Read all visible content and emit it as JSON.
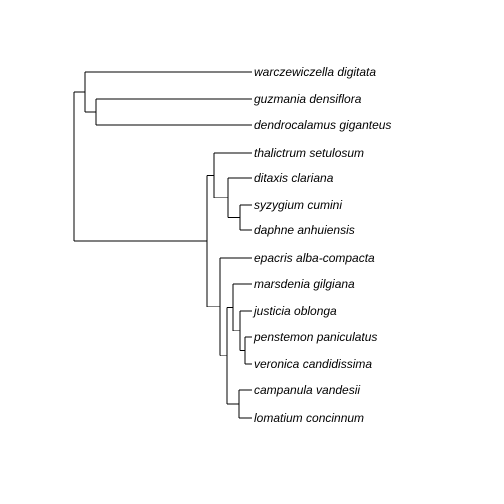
{
  "tree": {
    "line_color": "#000000",
    "tips": [
      {
        "id": "t1",
        "label": "warczewiczella digitata"
      },
      {
        "id": "t2",
        "label": "guzmania densiflora"
      },
      {
        "id": "t3",
        "label": "dendrocalamus giganteus"
      },
      {
        "id": "t4",
        "label": "thalictrum setulosum"
      },
      {
        "id": "t5",
        "label": "ditaxis clariana"
      },
      {
        "id": "t6",
        "label": "syzygium cumini"
      },
      {
        "id": "t7",
        "label": "daphne anhuiensis"
      },
      {
        "id": "t8",
        "label": "epacris alba-compacta"
      },
      {
        "id": "t9",
        "label": "marsdenia gilgiana"
      },
      {
        "id": "t10",
        "label": "justicia oblonga"
      },
      {
        "id": "t11",
        "label": "penstemon paniculatus"
      },
      {
        "id": "t12",
        "label": "veronica candidissima"
      },
      {
        "id": "t13",
        "label": "campanula vandesii"
      },
      {
        "id": "t14",
        "label": "lomatium concinnum"
      }
    ],
    "topology": {
      "children": [
        {
          "children": [
            {
              "tip": "t1"
            },
            {
              "children": [
                {
                  "tip": "t2"
                },
                {
                  "tip": "t3"
                }
              ]
            }
          ]
        },
        {
          "children": [
            {
              "children": [
                {
                  "tip": "t4"
                },
                {
                  "children": [
                    {
                      "tip": "t5"
                    },
                    {
                      "children": [
                        {
                          "tip": "t6"
                        },
                        {
                          "tip": "t7"
                        }
                      ]
                    }
                  ]
                }
              ]
            },
            {
              "children": [
                {
                  "tip": "t8"
                },
                {
                  "children": [
                    {
                      "children": [
                        {
                          "tip": "t9"
                        },
                        {
                          "children": [
                            {
                              "tip": "t10"
                            },
                            {
                              "children": [
                                {
                                  "tip": "t11"
                                },
                                {
                                  "tip": "t12"
                                }
                              ]
                            }
                          ]
                        }
                      ]
                    },
                    {
                      "children": [
                        {
                          "tip": "t13"
                        },
                        {
                          "tip": "t14"
                        }
                      ]
                    }
                  ]
                }
              ]
            }
          ]
        }
      ]
    }
  }
}
